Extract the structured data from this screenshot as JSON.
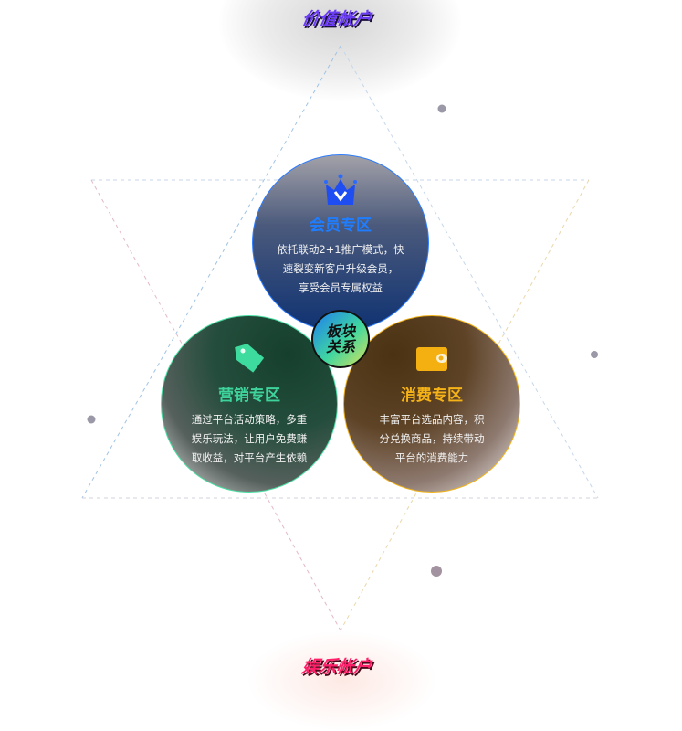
{
  "accounts": {
    "top": "价值帐户",
    "bottom": "娱乐帐户"
  },
  "center_badge": {
    "line1": "板块",
    "line2": "关系"
  },
  "zones": [
    {
      "title": "会员专区",
      "icon": "crown-icon",
      "color": "#1f7dff",
      "lines": [
        "依托联动2+1推广模式，快",
        "速裂变新客户升级会员，",
        "享受会员专属权益"
      ]
    },
    {
      "title": "营销专区",
      "icon": "price-tag-icon",
      "color": "#3fd39c",
      "lines": [
        "通过平台活动策略，多重",
        "娱乐玩法，让用户免费赚",
        "取收益，对平台产生依赖"
      ]
    },
    {
      "title": "消费专区",
      "icon": "wallet-icon",
      "color": "#f5b318",
      "lines": [
        "丰富平台选品内容，积",
        "分兑换商品，持续带动",
        "平台的消费能力"
      ]
    }
  ]
}
